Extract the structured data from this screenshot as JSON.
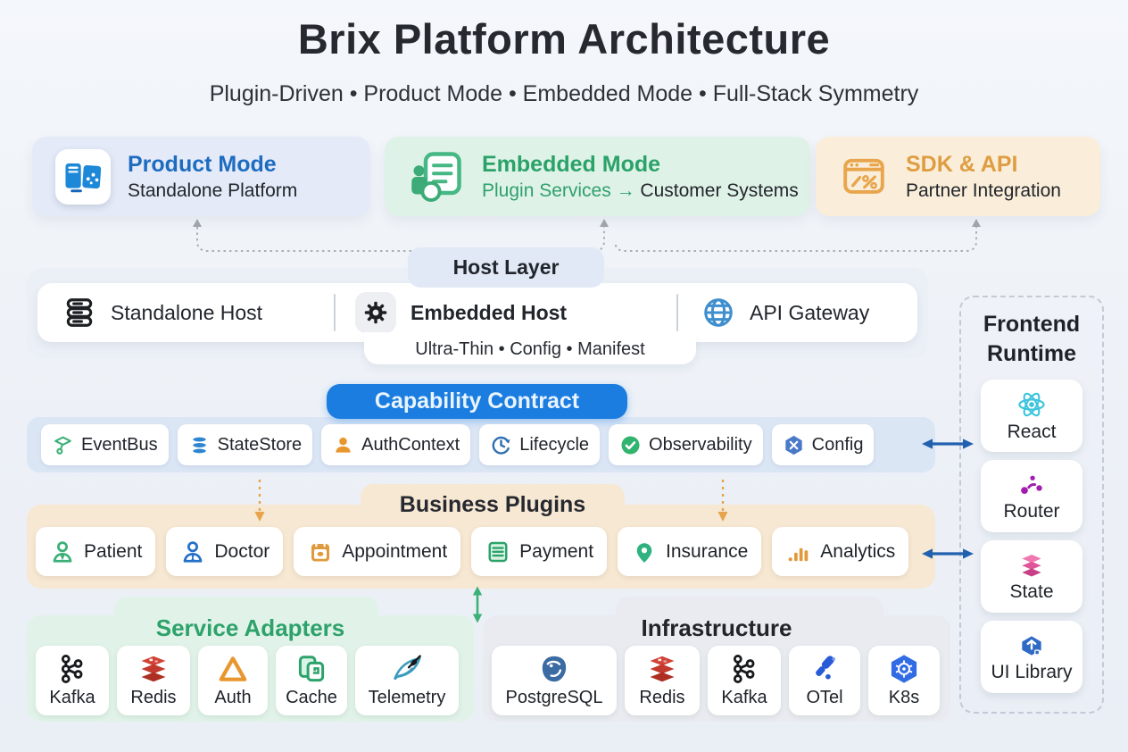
{
  "page": {
    "title": "Brix Platform Architecture",
    "subtitle": "Plugin-Driven  •  Product Mode  •  Embedded Mode  •  Full-Stack Symmetry"
  },
  "modes": {
    "product": {
      "title": "Product Mode",
      "subtitle": "Standalone Platform",
      "icon": "product-mode-icon"
    },
    "embedded": {
      "title": "Embedded Mode",
      "plugin_services": "Plugin Services",
      "arrow": "→",
      "customer_systems": "Customer Systems",
      "icon": "embedded-mode-icon"
    },
    "sdk": {
      "title": "SDK & API",
      "subtitle": "Partner Integration",
      "icon": "sdk-api-icon"
    }
  },
  "host_layer": {
    "label": "Host Layer",
    "standalone_host": "Standalone Host",
    "embedded_host": "Embedded Host",
    "embedded_tags": "Ultra-Thin • Config • Manifest",
    "api_gateway": "API Gateway"
  },
  "capability": {
    "title": "Capability Contract",
    "items": [
      {
        "label": "EventBus",
        "icon": "eventbus-icon"
      },
      {
        "label": "StateStore",
        "icon": "statestore-icon"
      },
      {
        "label": "AuthContext",
        "icon": "authcontext-icon"
      },
      {
        "label": "Lifecycle",
        "icon": "lifecycle-icon"
      },
      {
        "label": "Observability",
        "icon": "observability-icon"
      },
      {
        "label": "Config",
        "icon": "config-icon"
      }
    ]
  },
  "plugins": {
    "title": "Business Plugins",
    "items": [
      {
        "label": "Patient",
        "icon": "patient-icon"
      },
      {
        "label": "Doctor",
        "icon": "doctor-icon"
      },
      {
        "label": "Appointment",
        "icon": "appointment-icon"
      },
      {
        "label": "Payment",
        "icon": "payment-icon"
      },
      {
        "label": "Insurance",
        "icon": "insurance-icon"
      },
      {
        "label": "Analytics",
        "icon": "analytics-icon"
      }
    ]
  },
  "adapters": {
    "title": "Service Adapters",
    "items": [
      {
        "label": "Kafka",
        "icon": "kafka-icon"
      },
      {
        "label": "Redis",
        "icon": "redis-icon"
      },
      {
        "label": "Auth",
        "icon": "auth-icon"
      },
      {
        "label": "Cache",
        "icon": "cache-icon"
      },
      {
        "label": "Telemetry",
        "icon": "telemetry-icon"
      }
    ]
  },
  "infrastructure": {
    "title": "Infrastructure",
    "items": [
      {
        "label": "PostgreSQL",
        "icon": "postgresql-icon"
      },
      {
        "label": "Redis",
        "icon": "redis-icon"
      },
      {
        "label": "Kafka",
        "icon": "kafka-icon"
      },
      {
        "label": "OTel",
        "icon": "otel-icon"
      },
      {
        "label": "K8s",
        "icon": "k8s-icon"
      }
    ]
  },
  "frontend": {
    "title": "Frontend Runtime",
    "items": [
      {
        "label": "React",
        "icon": "react-icon"
      },
      {
        "label": "Router",
        "icon": "router-icon"
      },
      {
        "label": "State",
        "icon": "state-icon"
      },
      {
        "label": "UI Library",
        "icon": "ui-library-icon"
      }
    ]
  },
  "colors": {
    "accent_blue": "#1b7de0",
    "accent_green": "#2ea26b",
    "accent_orange": "#e09a3c",
    "arrow_blue": "#2160ae",
    "arrow_green": "#3cb077",
    "arrow_orange": "#e7a44d",
    "connector_gray": "#a8acb3"
  }
}
